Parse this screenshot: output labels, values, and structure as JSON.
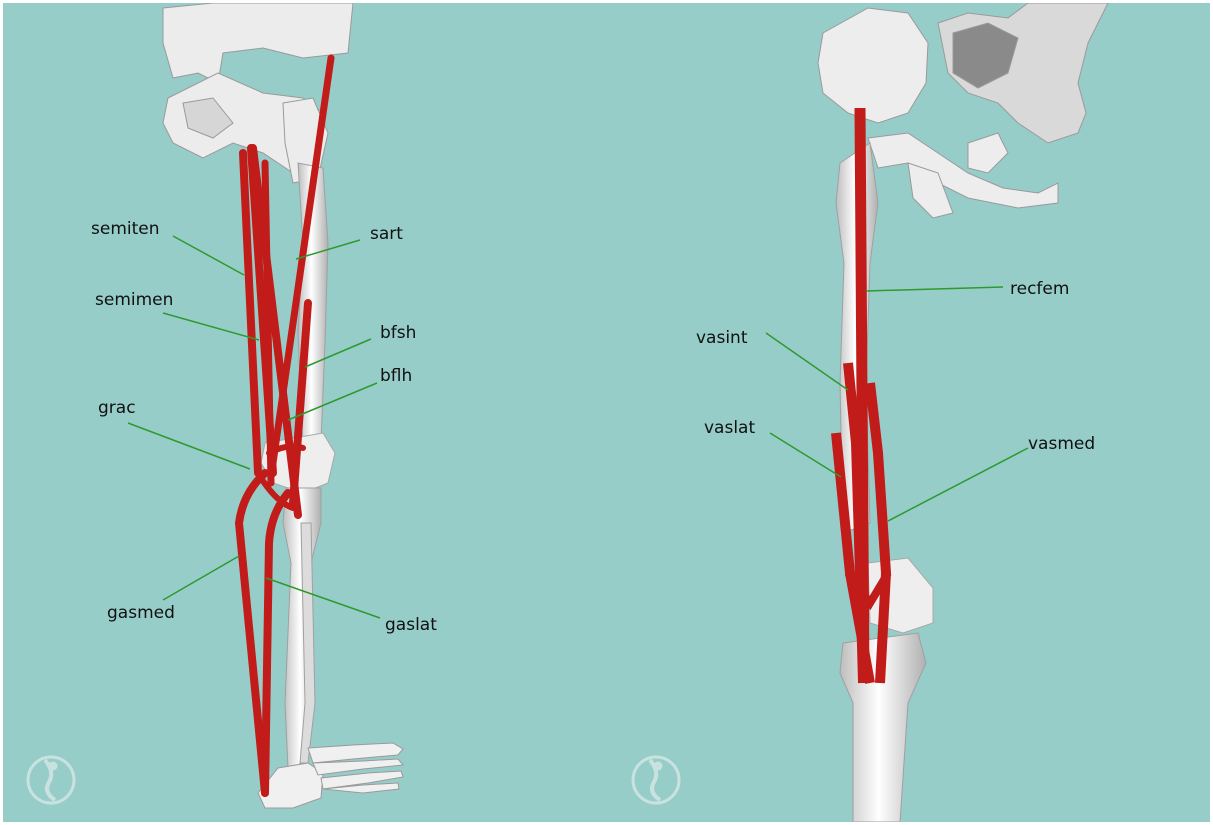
{
  "left_view": {
    "labels": {
      "semiten": "semiten",
      "semimen": "semimen",
      "grac": "grac",
      "gasmed": "gasmed",
      "sart": "sart",
      "bfsh": "bfsh",
      "bflh": "bflh",
      "gaslat": "gaslat"
    }
  },
  "right_view": {
    "labels": {
      "recfem": "recfem",
      "vasint": "vasint",
      "vaslat": "vaslat",
      "vasmed": "vasmed"
    }
  },
  "colors": {
    "background": "#96cdc9",
    "bone": "#e9e9e9",
    "muscle": "#c21c1a",
    "leader_line": "#2e9a2e"
  },
  "icons": [
    "opensim-logo-icon"
  ]
}
